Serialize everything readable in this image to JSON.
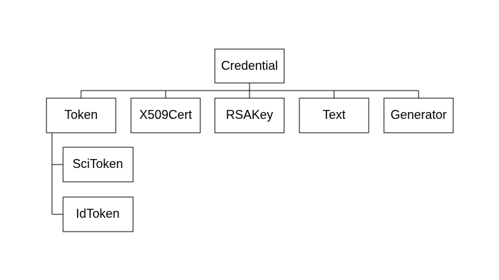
{
  "diagram": {
    "root": "Credential",
    "children": [
      "Token",
      "X509Cert",
      "RSAKey",
      "Text",
      "Generator"
    ],
    "token_children": [
      "SciToken",
      "IdToken"
    ]
  }
}
